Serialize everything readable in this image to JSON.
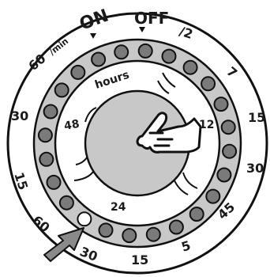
{
  "dial": {
    "top_labels": {
      "on": "ON",
      "off": "OFF",
      "unit": "/min"
    },
    "outer_labels": [
      "/2",
      "7",
      "15",
      "30",
      "45",
      "5",
      "15",
      "30",
      "60",
      "15",
      "30",
      "60"
    ],
    "inner_labels": {
      "hours": "hours",
      "h48": "48",
      "h12": "12",
      "h24": "24"
    },
    "pins": {
      "total": 24,
      "pushed_in_index": 15
    },
    "colors": {
      "outer_face": "#ffffff",
      "ring": "#c8c8c8",
      "pin_down": "#7a7a7a",
      "pin_up": "#ffffff",
      "knob": "#c8c8c8",
      "stroke": "#111111"
    }
  }
}
